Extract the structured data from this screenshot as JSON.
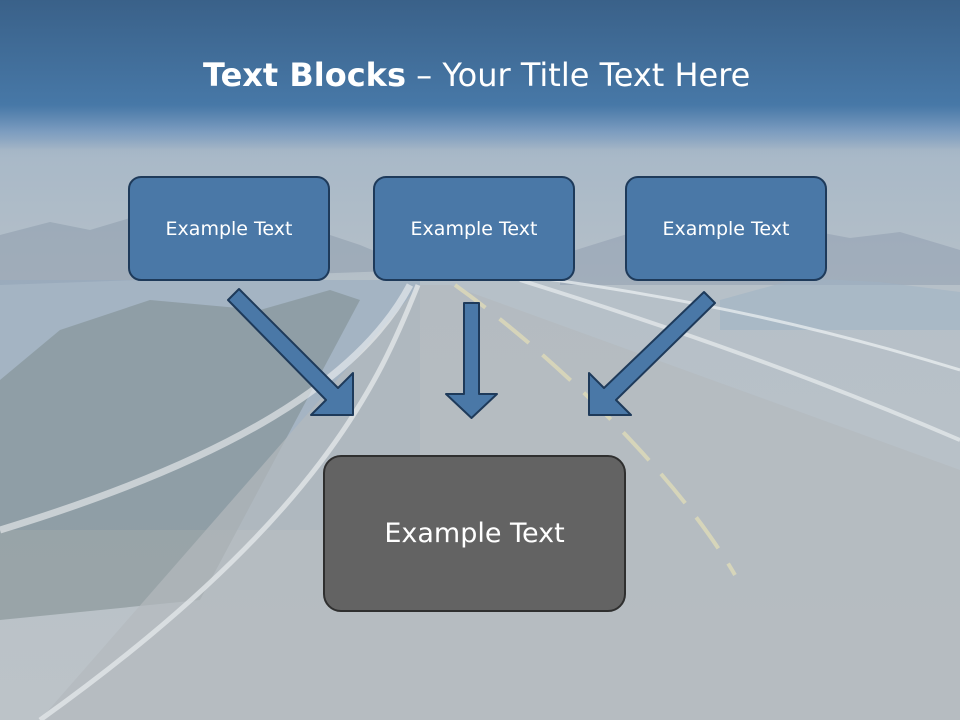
{
  "slide": {
    "title_bold": "Text Blocks",
    "title_separator": " – ",
    "title_rest": "Your Title Text Here"
  },
  "blocks": [
    {
      "label": "Example Text"
    },
    {
      "label": "Example Text"
    },
    {
      "label": "Example Text"
    }
  ],
  "result_block": {
    "label": "Example Text"
  },
  "colors": {
    "title_band": "#4778a7",
    "block_fill": "#4a78a7",
    "block_border": "#1e3a5a",
    "result_fill": "#636363",
    "arrow_fill": "#4a78a7"
  },
  "icons": [
    "arrow-down-right-icon",
    "arrow-down-icon",
    "arrow-down-left-icon"
  ]
}
